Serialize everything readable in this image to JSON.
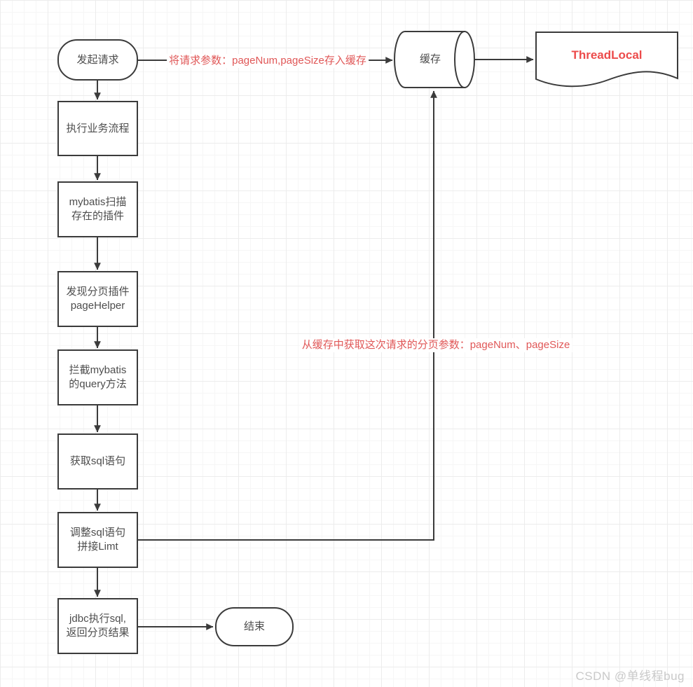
{
  "nodes": {
    "start": "发起请求",
    "step1": "执行业务流程",
    "step2": "mybatis扫描\n存在的插件",
    "step3": "发现分页插件\npageHelper",
    "step4": "拦截mybatis\n的query方法",
    "step5": "获取sql语句",
    "step6": "调整sql语句\n拼接Limt",
    "step7": "jdbc执行sql,\n返回分页结果",
    "cache": "缓存",
    "threadlocal": "ThreadLocal",
    "end": "结束"
  },
  "edge_labels": {
    "store_to_cache": "将请求参数：pageNum,pageSize存入缓存",
    "fetch_from_cache": "从缓存中获取这次请求的分页参数：pageNum、pageSize"
  },
  "watermark": "CSDN @单线程bug",
  "colors": {
    "stroke": "#3b3b3b",
    "node_text": "#4d4d4d",
    "label_red": "#e05757",
    "threadlocal_red": "#ec4b4b",
    "watermark_gray": "#c9c9c9",
    "grid_minor": "#f6f6f6",
    "grid_major": "#ececec",
    "canvas_bg": "#ffffff"
  }
}
